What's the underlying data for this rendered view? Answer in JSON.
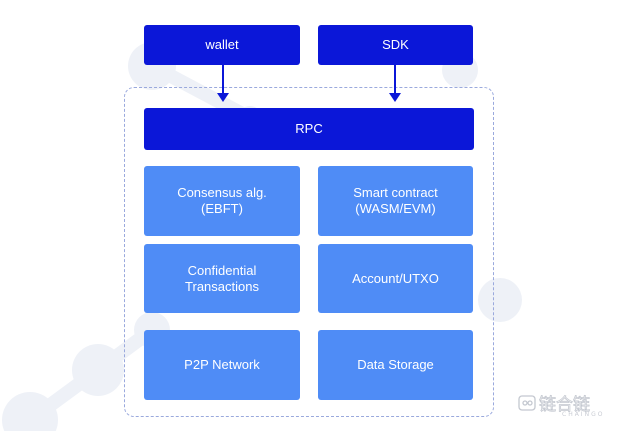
{
  "top": {
    "wallet_label": "wallet",
    "sdk_label": "SDK"
  },
  "rpc_label": "RPC",
  "modules": {
    "consensus": "Consensus alg.\n(EBFT)",
    "smart_contract": "Smart contract\n(WASM/EVM)",
    "confidential": "Confidential\nTransactions",
    "account": "Account/UTXO",
    "p2p": "P2P Network",
    "storage": "Data Storage"
  },
  "watermark": {
    "logo_text": "链合链",
    "brand": "CHAINGO"
  },
  "colors": {
    "dark_box": "#0b17d8",
    "light_box": "#4f8cf6",
    "container_border": "#9aa9dd",
    "text": "#ffffff"
  }
}
